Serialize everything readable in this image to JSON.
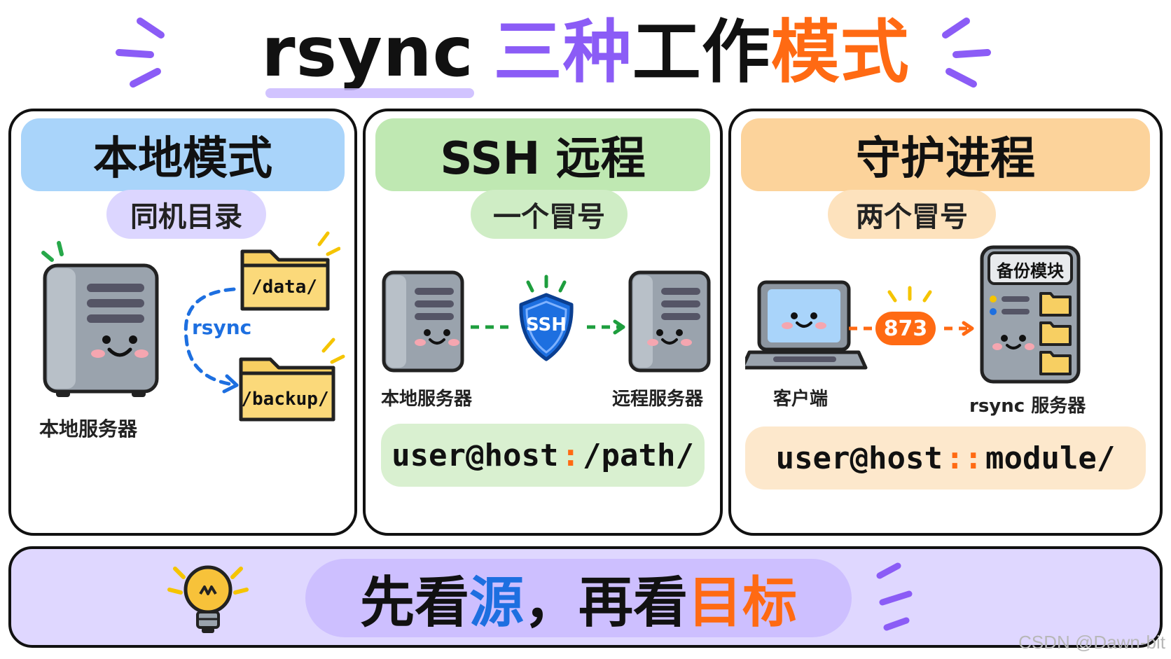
{
  "title": {
    "part_en": "rsync",
    "part_cn1": "三种",
    "part_cn2": "工作",
    "part_cn3": "模式"
  },
  "colors": {
    "purple": "#8b5cf6",
    "orange": "#ff6a13",
    "blue": "#1d6fe0",
    "green": "#1e9e3e"
  },
  "panels": [
    {
      "header": "本地模式",
      "pill": "同机目录",
      "folder_top": "/data/",
      "folder_bottom": "/backup/",
      "arrow_label": "rsync",
      "server_caption": "本地服务器"
    },
    {
      "header": "SSH 远程",
      "pill": "一个冒号",
      "shield_label": "SSH",
      "left_caption": "本地服务器",
      "right_caption": "远程服务器",
      "cmd_prefix": "user@host",
      "cmd_sep": ":",
      "cmd_suffix": "/path/"
    },
    {
      "header": "守护进程",
      "pill": "两个冒号",
      "port_label": "873",
      "module_label": "备份模块",
      "left_caption": "客户端",
      "right_caption": "rsync 服务器",
      "cmd_prefix": "user@host",
      "cmd_sep": "::",
      "cmd_suffix": "module/"
    }
  ],
  "bottom": {
    "part1": "先看",
    "part2": "源",
    "part3": "，再看",
    "part4": "目标"
  },
  "watermark": "CSDN @Dawn-bit"
}
